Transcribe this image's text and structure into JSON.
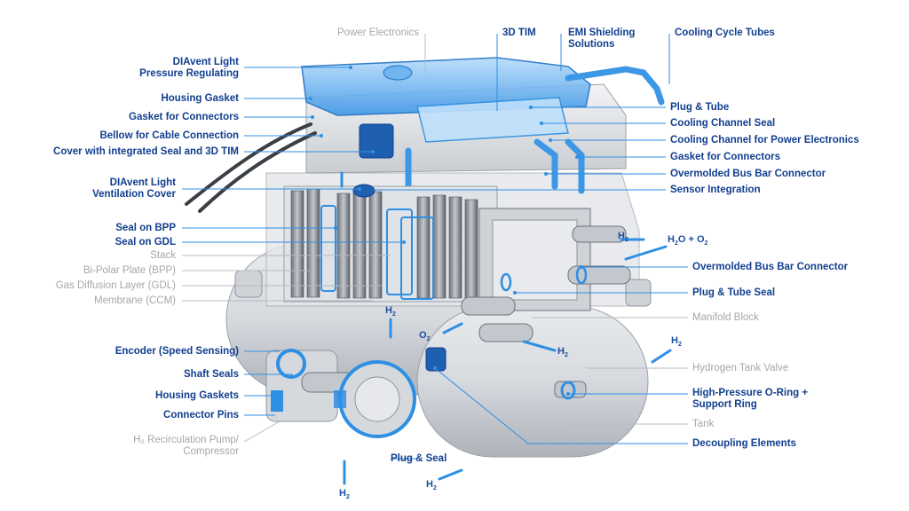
{
  "labels_left": [
    {
      "id": "diavent-pressure",
      "lines": [
        "DIAvent Light",
        "Pressure Regulating"
      ],
      "tone": "dark"
    },
    {
      "id": "housing-gasket",
      "lines": [
        "Housing Gasket"
      ],
      "tone": "dark"
    },
    {
      "id": "gasket-connectors-left",
      "lines": [
        "Gasket for Connectors"
      ],
      "tone": "dark"
    },
    {
      "id": "bellow-cable",
      "lines": [
        "Bellow for Cable Connection"
      ],
      "tone": "dark"
    },
    {
      "id": "cover-seal-tim",
      "lines": [
        "Cover with integrated Seal and 3D TIM"
      ],
      "tone": "dark"
    },
    {
      "id": "diavent-ventilation",
      "lines": [
        "DIAvent Light",
        "Ventilation Cover"
      ],
      "tone": "dark"
    },
    {
      "id": "seal-bpp",
      "lines": [
        "Seal on BPP"
      ],
      "tone": "dark"
    },
    {
      "id": "seal-gdl",
      "lines": [
        "Seal on GDL"
      ],
      "tone": "dark"
    },
    {
      "id": "stack",
      "lines": [
        "Stack"
      ],
      "tone": "gray"
    },
    {
      "id": "bpp",
      "lines": [
        "Bi-Polar Plate (BPP)"
      ],
      "tone": "gray"
    },
    {
      "id": "gdl",
      "lines": [
        "Gas Diffusion Layer (GDL)"
      ],
      "tone": "gray"
    },
    {
      "id": "membrane",
      "lines": [
        "Membrane (CCM)"
      ],
      "tone": "gray"
    },
    {
      "id": "encoder",
      "lines": [
        "Encoder (Speed Sensing)"
      ],
      "tone": "dark"
    },
    {
      "id": "shaft-seals",
      "lines": [
        "Shaft Seals"
      ],
      "tone": "dark"
    },
    {
      "id": "housing-gaskets",
      "lines": [
        "Housing Gaskets"
      ],
      "tone": "dark"
    },
    {
      "id": "connector-pins",
      "lines": [
        "Connector Pins"
      ],
      "tone": "dark"
    },
    {
      "id": "recirc-pump",
      "lines": [
        "H₂ Recirculation Pump/",
        "Compressor"
      ],
      "tone": "gray"
    }
  ],
  "labels_top": [
    {
      "id": "power-electronics",
      "lines": [
        "Power Electronics"
      ],
      "tone": "gray"
    },
    {
      "id": "3d-tim",
      "lines": [
        "3D TIM"
      ],
      "tone": "dark"
    },
    {
      "id": "emi-shielding",
      "lines": [
        "EMI Shielding",
        "Solutions"
      ],
      "tone": "dark"
    },
    {
      "id": "cooling-cycle-tubes",
      "lines": [
        "Cooling Cycle Tubes"
      ],
      "tone": "dark"
    }
  ],
  "labels_right": [
    {
      "id": "plug-tube",
      "lines": [
        "Plug & Tube"
      ],
      "tone": "dark"
    },
    {
      "id": "cooling-channel-seal",
      "lines": [
        "Cooling Channel Seal"
      ],
      "tone": "dark"
    },
    {
      "id": "cooling-channel-pe",
      "lines": [
        "Cooling Channel for Power Electronics"
      ],
      "tone": "dark"
    },
    {
      "id": "gasket-connectors-right",
      "lines": [
        "Gasket for Connectors"
      ],
      "tone": "dark"
    },
    {
      "id": "overmolded-bus-bar-1",
      "lines": [
        "Overmolded Bus Bar Connector"
      ],
      "tone": "dark"
    },
    {
      "id": "sensor-integration",
      "lines": [
        "Sensor Integration"
      ],
      "tone": "dark"
    },
    {
      "id": "overmolded-bus-bar-2",
      "lines": [
        "Overmolded Bus Bar Connector"
      ],
      "tone": "dark"
    },
    {
      "id": "plug-tube-seal",
      "lines": [
        "Plug & Tube Seal"
      ],
      "tone": "dark"
    },
    {
      "id": "manifold-block",
      "lines": [
        "Manifold Block"
      ],
      "tone": "gray"
    },
    {
      "id": "hydrogen-tank-valve",
      "lines": [
        "Hydrogen Tank Valve"
      ],
      "tone": "gray"
    },
    {
      "id": "high-pressure-oring",
      "lines": [
        "High-Pressure O-Ring +",
        "Support Ring"
      ],
      "tone": "dark"
    },
    {
      "id": "tank",
      "lines": [
        "Tank"
      ],
      "tone": "gray"
    },
    {
      "id": "decoupling-elements",
      "lines": [
        "Decoupling Elements"
      ],
      "tone": "dark"
    }
  ],
  "labels_bottom": [
    {
      "id": "plug-seal",
      "lines": [
        "Plug & Seal"
      ],
      "tone": "dark"
    }
  ],
  "flow_labels": [
    {
      "id": "h2-right",
      "text": "H",
      "sub": "2"
    },
    {
      "id": "h2o-o2",
      "text": "H",
      "sub": "2",
      "rest": "O + O",
      "sub2": "2"
    },
    {
      "id": "h2-mid",
      "text": "H",
      "sub": "2"
    },
    {
      "id": "o2-left",
      "text": "O",
      "sub": "2"
    },
    {
      "id": "h2-tank-out",
      "text": "H",
      "sub": "2"
    },
    {
      "id": "h2-far-right",
      "text": "H",
      "sub": "2"
    },
    {
      "id": "h2-bottom-left",
      "text": "H",
      "sub": "2"
    },
    {
      "id": "h2-bottom-mid",
      "text": "H",
      "sub": "2"
    }
  ],
  "colors": {
    "dark_label": "#123f8f",
    "gray_label": "#a4a7ab",
    "highlight_blue": "#2f8fe3",
    "line_blue": "#2f8fe3"
  }
}
